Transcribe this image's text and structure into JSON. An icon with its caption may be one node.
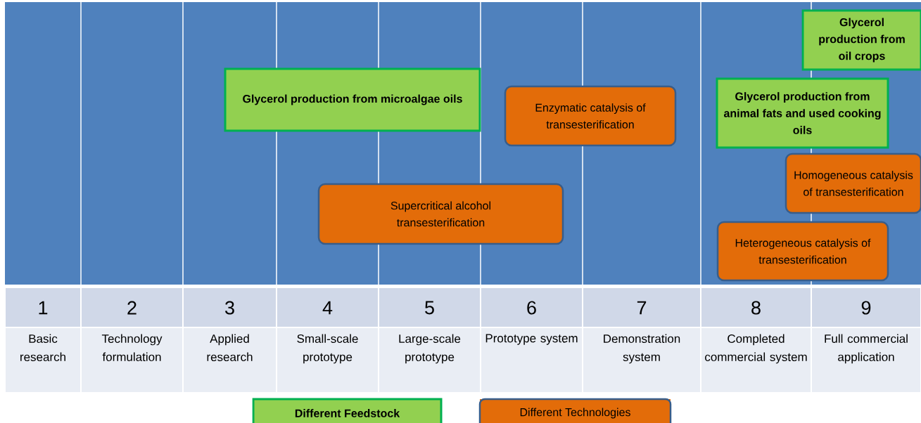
{
  "diagram": {
    "nodes": [
      {
        "text": [
          "Glycerol production from oil crops"
        ]
      },
      {
        "text": [
          "Glycerol production from microalgae oils"
        ]
      },
      {
        "text": [
          "Glycerol production from animal fats and used cooking oils"
        ]
      },
      {
        "text": [
          "Enzymatic catalysis of transesterification"
        ]
      },
      {
        "text": [
          "Homogeneous catalysis of transesterification"
        ]
      },
      {
        "text": [
          "Supercritical alcohol transesterification"
        ]
      },
      {
        "text": [
          "Heterogeneous catalysis of transesterification"
        ]
      }
    ],
    "labels": [
      "1",
      "2",
      "3",
      "4",
      "5",
      "6",
      "7",
      "8",
      "9",
      "Basic research",
      "Technology formulation",
      "Applied research",
      "Small-scale prototype",
      "Large-scale prototype",
      "Prototype system",
      "Demonstration system",
      "Completed commercial system",
      "Full commercial application"
    ],
    "legend": [
      {
        "text": "Different Feedstock",
        "color": "#92d050"
      },
      {
        "text": "Different Technologies",
        "color": "#e36c09"
      }
    ]
  }
}
